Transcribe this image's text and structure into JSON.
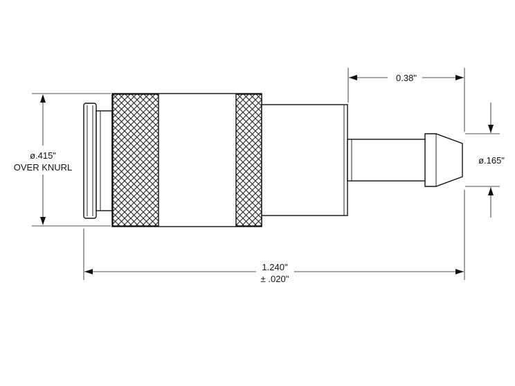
{
  "drawing": {
    "part_name": "",
    "dimensions": {
      "knurl_diameter": {
        "line1": "ø.415\"",
        "line2": "OVER KNURL"
      },
      "barb_length": "0.38\"",
      "barb_diameter": "ø.165\"",
      "overall_length": {
        "line1": "1.240\"",
        "line2": "± .020\""
      }
    }
  }
}
